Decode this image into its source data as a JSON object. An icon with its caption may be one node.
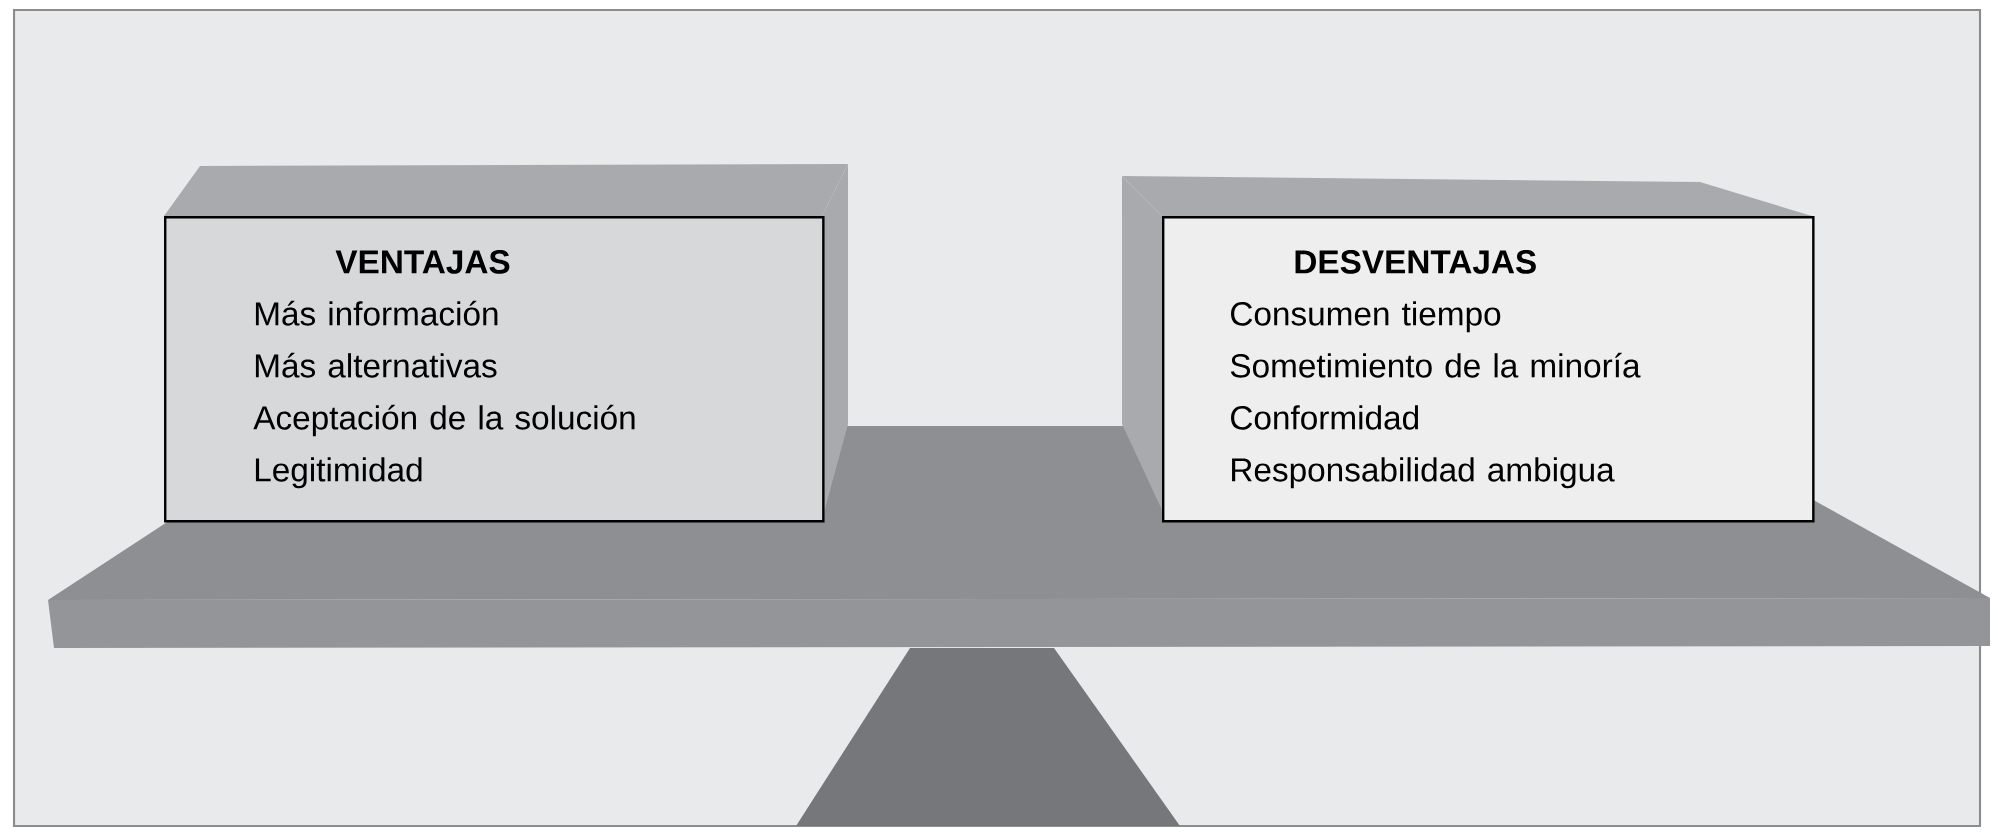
{
  "diagram": {
    "nodes": [
      {
        "text": [
          "VENTAJAS",
          "Más información",
          "Más alternativas",
          "Aceptación de la solución",
          "Legitimidad"
        ]
      },
      {
        "text": [
          "DESVENTAJAS",
          "Consumen tiempo",
          "Sometimiento de la minoría",
          "Conformidad",
          "Responsabilidad ambigua"
        ]
      }
    ]
  }
}
